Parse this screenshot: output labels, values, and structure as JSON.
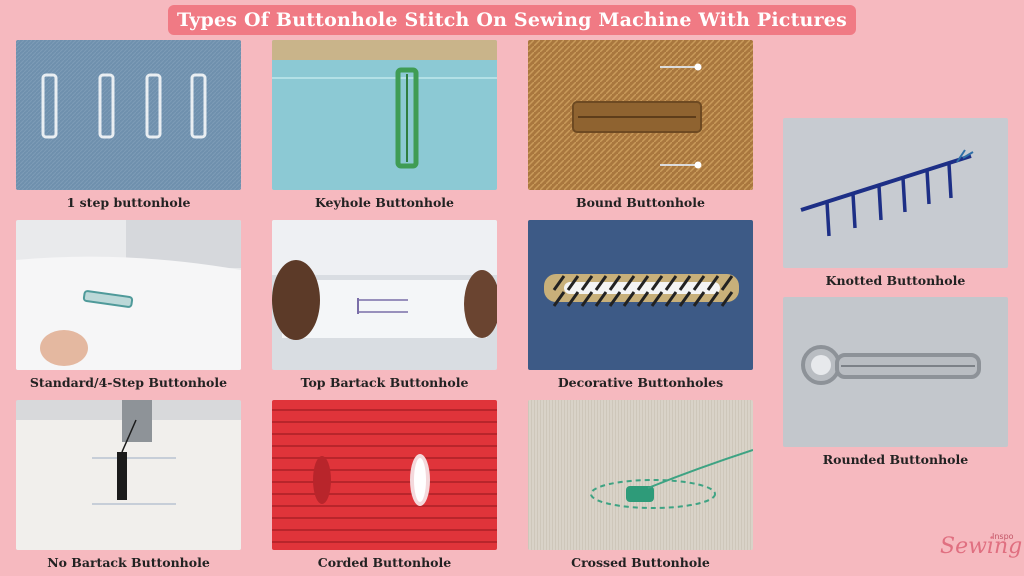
{
  "title": "Types Of Buttonhole Stitch On Sewing Machine With Pictures",
  "captions": {
    "one_step": "1 step buttonhole",
    "keyhole": "Keyhole Buttonhole",
    "bound": "Bound Buttonhole",
    "standard": "Standard/4-Step Buttonhole",
    "top_bartack": "Top Bartack Buttonhole",
    "decorative": "Decorative Buttonholes",
    "no_bartack": "No Bartack Buttonhole",
    "corded": "Corded Buttonhole",
    "crossed": "Crossed Buttonhole",
    "knotted": "Knotted Buttonhole",
    "rounded": "Rounded Buttonhole"
  },
  "logo": {
    "script": "Sewing",
    "small": "Inspo"
  },
  "colors": {
    "background": "#f6b9bf",
    "banner": "#f07a84",
    "caption_text": "#222222"
  }
}
